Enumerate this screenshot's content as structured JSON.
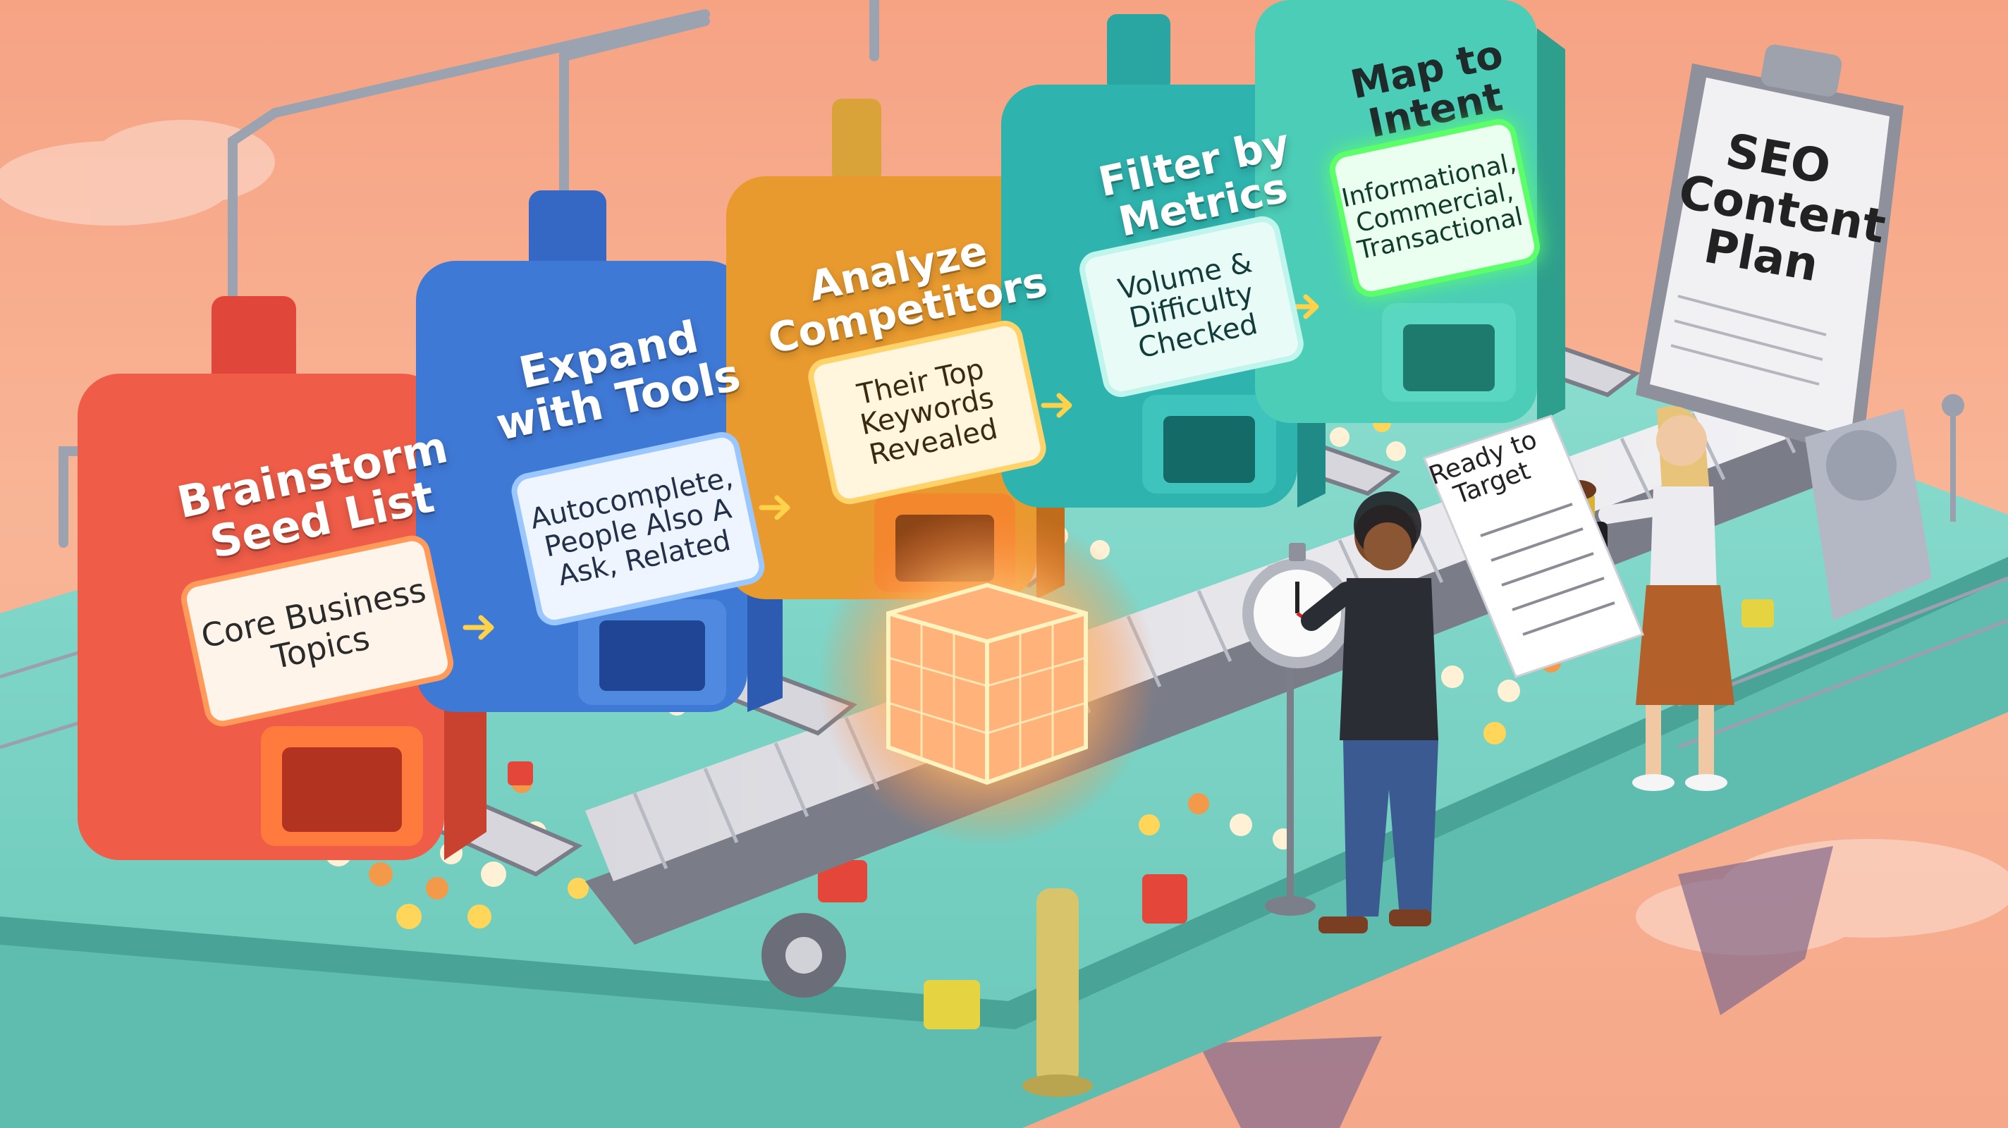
{
  "stages": [
    {
      "title": "Brainstorm\nSeed List",
      "detail": "Core Business\nTopics",
      "color": "#ef5d48",
      "dark": "#c9412f",
      "accent": "#ff8f5a"
    },
    {
      "title": "Expand\nwith Tools",
      "detail": "Autocomplete,\nPeople Also A\nAsk, Related",
      "color": "#3f79d6",
      "dark": "#2c5bb1",
      "accent": "#9ac7ff"
    },
    {
      "title": "Analyze\nCompetitors",
      "detail": "Their Top\nKeywords\nRevealed",
      "color": "#e89a2e",
      "dark": "#bf6d1c",
      "accent": "#ffd36a"
    },
    {
      "title": "Filter by\nMetrics",
      "detail": "Volume &\nDifficulty\nChecked",
      "color": "#2fb3ae",
      "dark": "#1f8a86",
      "accent": "#bff5ec"
    },
    {
      "title": "Map to\nIntent",
      "detail": "Informational,\nCommercial,\nTransactional",
      "color": "#4ccdb8",
      "dark": "#2f9f8d",
      "accent": "#5cff6a"
    }
  ],
  "final_board": {
    "title": "SEO\nContent\nPlan"
  },
  "ready_sign": {
    "text": "Ready to\nTarget"
  },
  "icons": {
    "arrow": "arrow-right-icon",
    "stopwatch": "stopwatch-icon",
    "stamp": "stamp-icon",
    "clipboard": "clipboard-icon"
  }
}
